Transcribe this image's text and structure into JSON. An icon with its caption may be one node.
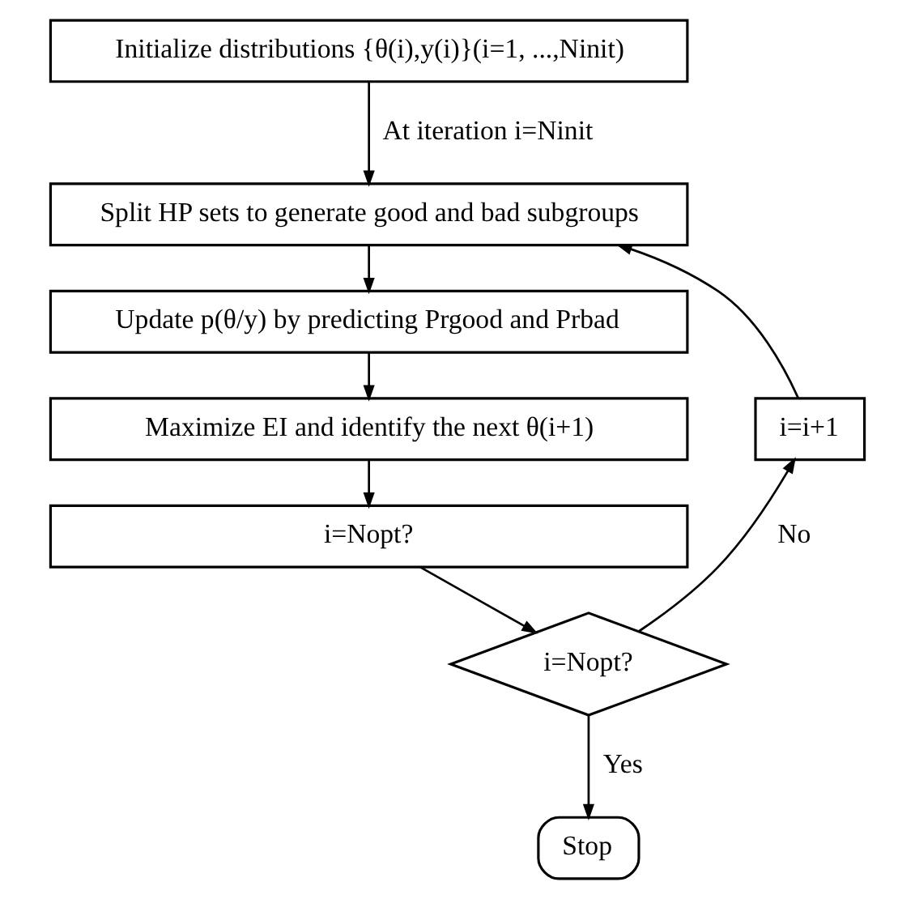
{
  "diagram": {
    "nodes": [
      {
        "text": [
          "Initialize distributions {θ(i),y(i)}(i=1, ...,Ninit)"
        ]
      },
      {
        "text": [
          "Split HP sets to generate good and bad subgroups"
        ]
      },
      {
        "text": [
          "Update p(θ/y) by predicting Prgood and Prbad"
        ]
      },
      {
        "text": [
          "Maximize EI and identify the next θ(i+1)"
        ]
      },
      {
        "text": [
          "i=Nopt?"
        ]
      },
      {
        "text": [
          "i=Nopt?"
        ]
      },
      {
        "text": [
          "Stop"
        ]
      },
      {
        "text": [
          "i=i+1"
        ]
      }
    ],
    "edges": [
      {
        "from": 0,
        "to": 1,
        "arrow": "to",
        "label": "At iteration i=Ninit"
      },
      {
        "from": 1,
        "to": 2,
        "arrow": "to"
      },
      {
        "from": 2,
        "to": 3,
        "arrow": "to"
      },
      {
        "from": 3,
        "to": 4,
        "arrow": "to"
      },
      {
        "from": 4,
        "to": 5,
        "arrow": "to"
      },
      {
        "from": 5,
        "to": 7,
        "arrow": "to",
        "label": "No"
      },
      {
        "from": 7,
        "to": 1,
        "arrow": "to"
      },
      {
        "from": 5,
        "to": 6,
        "arrow": "to",
        "label": "Yes"
      }
    ]
  }
}
